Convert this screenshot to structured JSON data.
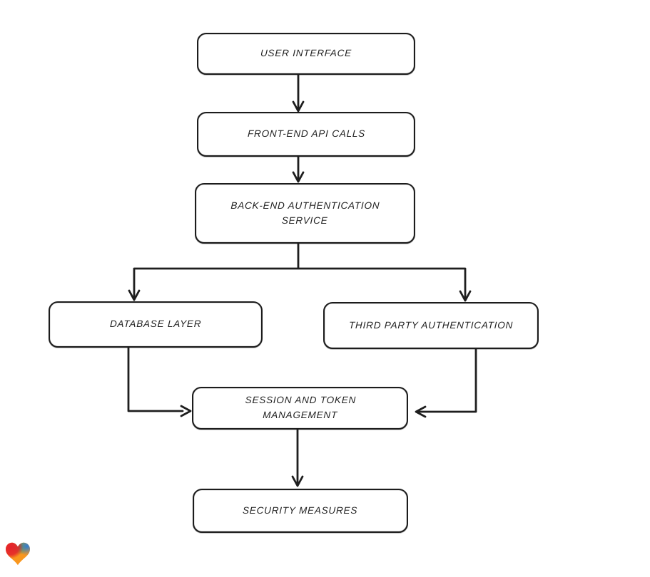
{
  "diagram": {
    "nodes": [
      {
        "id": "user-interface",
        "label": "USER INTERFACE"
      },
      {
        "id": "front-end-api-calls",
        "label": "FRONT-END API CALLS"
      },
      {
        "id": "back-end-authentication-service",
        "label": "BACK-END AUTHENTICATION SERVICE"
      },
      {
        "id": "database-layer",
        "label": "DATABASE LAYER"
      },
      {
        "id": "third-party-authentication",
        "label": "THIRD PARTY AUTHENTICATION"
      },
      {
        "id": "session-and-token-management",
        "label": "SESSION AND TOKEN MANAGEMENT"
      },
      {
        "id": "security-measures",
        "label": "SECURITY MEASURES"
      }
    ],
    "edges": [
      {
        "from": "user-interface",
        "to": "front-end-api-calls"
      },
      {
        "from": "front-end-api-calls",
        "to": "back-end-authentication-service"
      },
      {
        "from": "back-end-authentication-service",
        "to": "database-layer"
      },
      {
        "from": "back-end-authentication-service",
        "to": "third-party-authentication"
      },
      {
        "from": "database-layer",
        "to": "session-and-token-management"
      },
      {
        "from": "third-party-authentication",
        "to": "session-and-token-management"
      },
      {
        "from": "session-and-token-management",
        "to": "security-measures"
      }
    ],
    "style": {
      "stroke_color": "#1e1e1e",
      "node_fill": "#ffffff",
      "text_color": "#1f1f1f"
    }
  },
  "branding": {
    "logo_icon": "gradient-heart-logo",
    "colors": {
      "red": "#e4212b",
      "green": "#43a047",
      "blue": "#2e7dd1",
      "orange": "#f9971e"
    }
  }
}
